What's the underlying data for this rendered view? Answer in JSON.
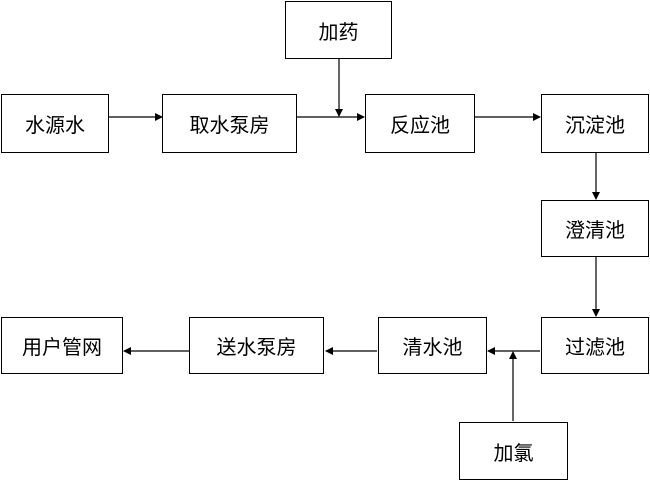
{
  "diagram": {
    "nodes": {
      "jiayao": "加药",
      "shuiyuanshui": "水源水",
      "qushuibengfang": "取水泵房",
      "fanyingchi": "反应池",
      "chendianchi": "沉淀池",
      "chengqingchi": "澄清池",
      "guolvchi": "过滤池",
      "qingshuichi": "清水池",
      "songshuibengfang": "送水泵房",
      "yonghuguanwang": "用户管网",
      "jialv": "加氯"
    },
    "edges": [
      [
        "shuiyuanshui",
        "qushuibengfang"
      ],
      [
        "qushuibengfang",
        "fanyingchi"
      ],
      [
        "jiayao",
        "fanyingchi"
      ],
      [
        "fanyingchi",
        "chendianchi"
      ],
      [
        "chendianchi",
        "chengqingchi"
      ],
      [
        "chengqingchi",
        "guolvchi"
      ],
      [
        "guolvchi",
        "qingshuichi"
      ],
      [
        "jialv",
        "qingshuichi"
      ],
      [
        "qingshuichi",
        "songshuibengfang"
      ],
      [
        "songshuibengfang",
        "yonghuguanwang"
      ]
    ],
    "colors": {
      "line": "#000000",
      "box_border": "#000000",
      "text": "#000000"
    }
  }
}
